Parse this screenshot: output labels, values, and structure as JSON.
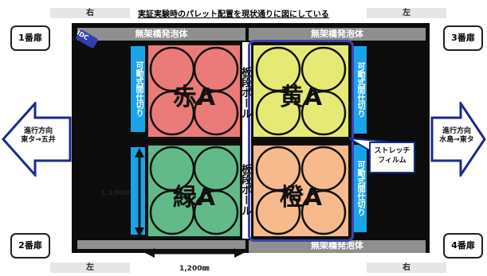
{
  "title": "実証実験時のパレット配置を現状通りに図にしている",
  "top_labels": {
    "left": "右",
    "right": "左"
  },
  "bottom_labels": {
    "left": "左",
    "right": "右"
  },
  "doors": {
    "d1": "1番扉",
    "d2": "2番扉",
    "d3": "3番扉",
    "d4": "4番扉"
  },
  "idc": "IDC",
  "styrofoam": {
    "top_left": "無架橋発泡体",
    "top_right": "無架橋発泡体",
    "bottom_right": "無架橋発泡体"
  },
  "partition": "可動式間仕切り",
  "board_pole": "板段ボール",
  "pallets": {
    "red": {
      "label": "赤A",
      "color": "#ea7b79"
    },
    "yellow": {
      "label": "黄A",
      "color": "#e6ea74"
    },
    "green": {
      "label": "緑A",
      "color": "#62ba89"
    },
    "orange": {
      "label": "橙A",
      "color": "#f7ba8d"
    }
  },
  "stretch_film": "ストレッチフィルム",
  "direction_left": {
    "line1": "進行方向",
    "line2": "東タ→五井"
  },
  "direction_right": {
    "line1": "進行方向",
    "line2": "水島→東タ"
  },
  "dim_height": "1,100㎜",
  "dim_width": "1,200㎜",
  "colors": {
    "partition": "#1aa3e8",
    "film": "#3a45b0",
    "arrow_outline": "#1b2a8c",
    "styrofoam": "#8f8f8f"
  }
}
